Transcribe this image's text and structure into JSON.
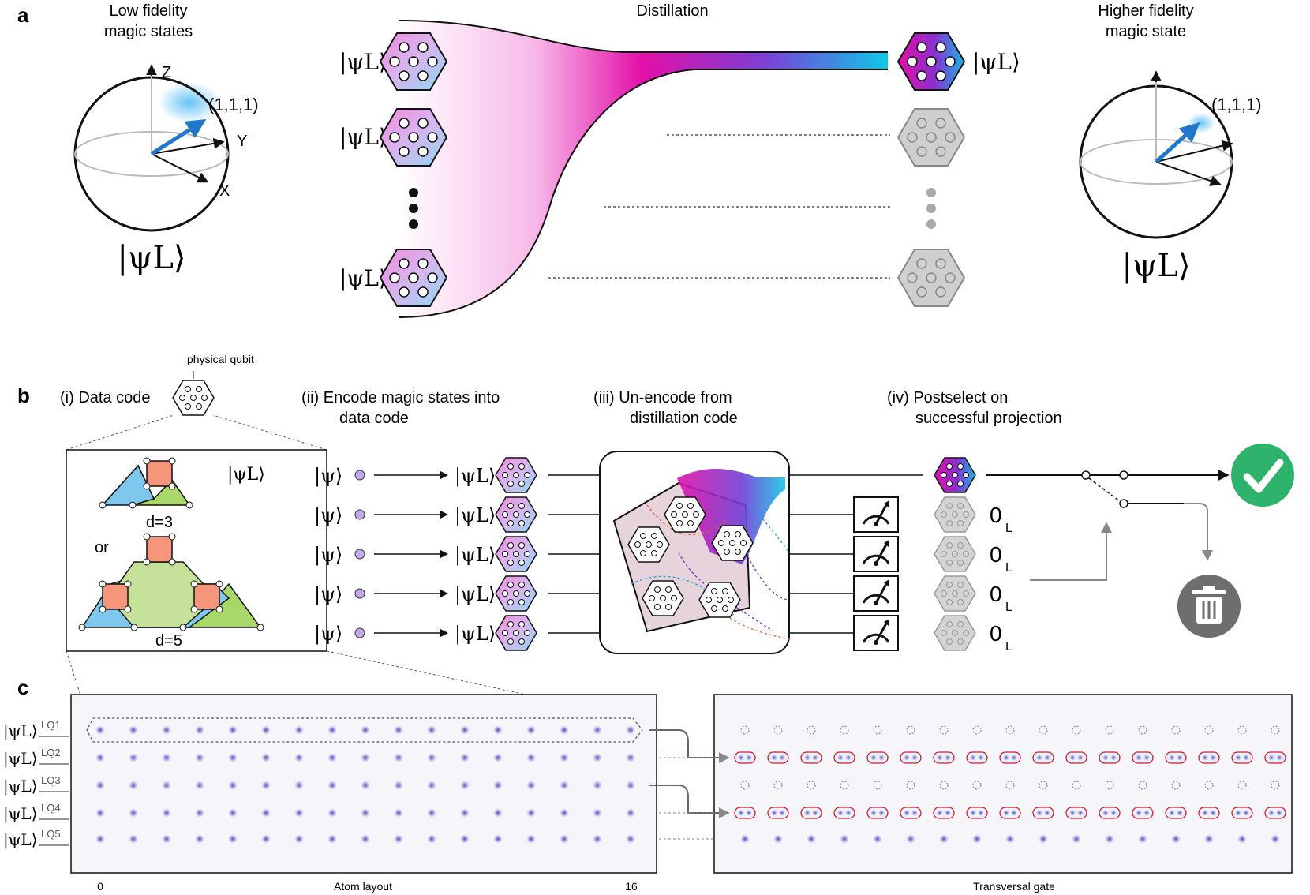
{
  "panel_labels": {
    "a": "a",
    "b": "b",
    "c": "c"
  },
  "colors": {
    "magenta": "#e20fa8",
    "cyan": "#16c5e6",
    "purple": "#7b2fd6",
    "check": "#2db36b",
    "trash": "#6e6e6e",
    "bloch_blue": "#1f78c8",
    "gray_hex": "#cfcfcf"
  },
  "panel_a": {
    "left_title_1": "Low fidelity",
    "left_title_2": "magic states",
    "center_title": "Distillation",
    "right_title_1": "Higher fidelity",
    "right_title_2": "magic state",
    "axis_z": "Z",
    "axis_y": "Y",
    "axis_x": "X",
    "point_left": "(1,1,1)",
    "point_right": "(1,1,1)",
    "ket": "|ψL⟩"
  },
  "panel_b": {
    "physical_qubit": "physical qubit",
    "step1": "(i) Data code",
    "step2_1": "(ii) Encode magic states into",
    "step2_2": "data code",
    "step3_1": "(iii) Un-encode from",
    "step3_2": "distillation code",
    "step4_1": "(iv) Postselect on",
    "step4_2": "successful projection",
    "d3": "d=3",
    "or": "or",
    "d5": "d=5",
    "ket_psi": "|ψ⟩",
    "zero_l": "0",
    "zero_l_sub": "L"
  },
  "panel_c": {
    "lq_labels": [
      "LQ1",
      "LQ2",
      "LQ3",
      "LQ4",
      "LQ5"
    ],
    "tick_start": "0",
    "tick_end": "16",
    "left_caption": "Atom layout",
    "right_caption": "Transversal gate"
  }
}
